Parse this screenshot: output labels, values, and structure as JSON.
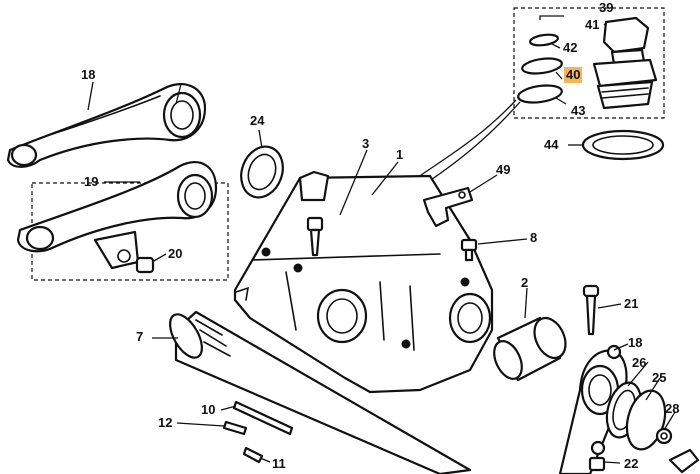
{
  "callouts": {
    "c1": "1",
    "c2": "2",
    "c3": "3",
    "c7": "7",
    "c8": "8",
    "c10": "10",
    "c11": "11",
    "c12": "12",
    "c18a": "18",
    "c18b": "18",
    "c19": "19",
    "c20": "20",
    "c21": "21",
    "c22": "22",
    "c24": "24",
    "c25": "25",
    "c26": "26",
    "c28": "28",
    "c39": "39",
    "c40": "40",
    "c41": "41",
    "c42": "42",
    "c43": "43",
    "c44": "44",
    "c49": "49"
  },
  "highlight": {
    "color": "#f4b45a",
    "callout": "40"
  }
}
